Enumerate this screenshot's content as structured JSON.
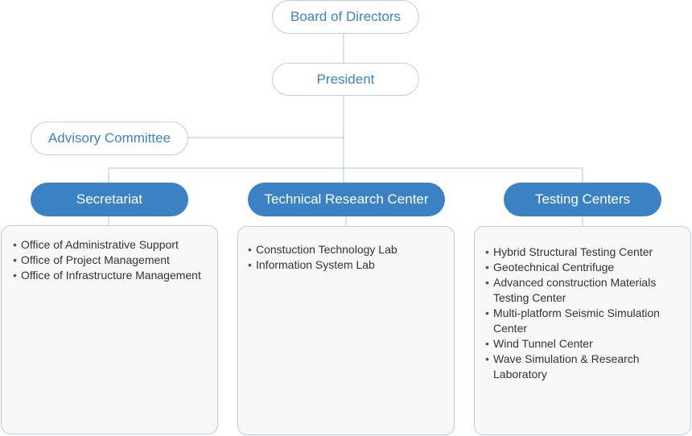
{
  "diagram": {
    "board": "Board of Directors",
    "president": "President",
    "advisory": "Advisory Committee",
    "departments": [
      {
        "name": "Secretariat",
        "items": [
          "Office of Administrative Support",
          "Office of Project Management",
          "Office of Infrastructure Management"
        ]
      },
      {
        "name": "Technical Research Center",
        "items": [
          "Constuction Technology Lab",
          "Information System Lab"
        ]
      },
      {
        "name": "Testing Centers",
        "items": [
          "Hybrid Structural Testing Center",
          "Geotechnical Centrifuge",
          "Advanced construction Materials Testing Center",
          "Multi-platform Seismic Simulation Center",
          "Wind Tunnel Center",
          "Wave Simulation & Research Laboratory"
        ]
      }
    ]
  },
  "colors": {
    "accent": "#3a82c4",
    "outline": "#b9cfe4",
    "panel_bg": "#f8f8f8"
  }
}
